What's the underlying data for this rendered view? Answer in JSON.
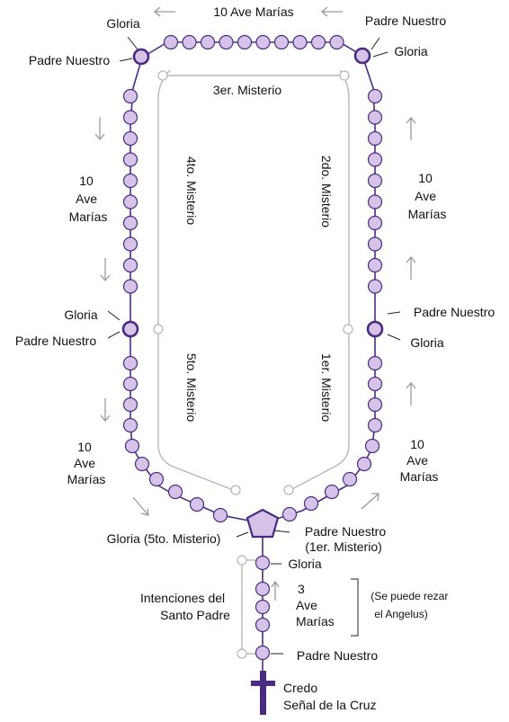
{
  "colors": {
    "bead_fill": "#d5c4e8",
    "bead_stroke": "#4a2b84",
    "chain": "#4a2b84",
    "guide": "#b8b8b8",
    "text": "#111111"
  },
  "icons": {
    "centerpiece": "pentagon-medal-icon",
    "crucifix": "cross-icon"
  },
  "labels": {
    "top_ave": "10 Ave Marías",
    "gloria_top_left": "Gloria",
    "padre_top_left": "Padre Nuestro",
    "padre_top_right": "Padre Nuestro",
    "gloria_top_right": "Gloria",
    "left_upper_ave": [
      "10",
      "Ave",
      "Marías"
    ],
    "right_upper_ave": [
      "10",
      "Ave",
      "Marías"
    ],
    "gloria_mid_left": "Gloria",
    "padre_mid_left": "Padre Nuestro",
    "padre_mid_right": "Padre Nuestro",
    "gloria_mid_right": "Gloria",
    "left_lower_ave": [
      "10",
      "Ave",
      "Marías"
    ],
    "right_lower_ave": [
      "10",
      "Ave",
      "Marías"
    ],
    "gloria_fifth": "Gloria (5to. Misterio)",
    "padre_first": "Padre Nuestro",
    "padre_first_sub": "(1er. Misterio)",
    "gloria_pendant": "Gloria",
    "three_ave": [
      "3",
      "Ave",
      "Marías"
    ],
    "angelus_note": [
      "(Se puede rezar",
      "el Angelus)"
    ],
    "intenciones": [
      "Intenciones del",
      "Santo Padre"
    ],
    "padre_pendant": "Padre Nuestro",
    "credo": "Credo",
    "senal": "Señal de la Cruz"
  },
  "mysteries": {
    "first": "1er. Misterio",
    "second": "2do. Misterio",
    "third": "3er. Misterio",
    "fourth": "4to. Misterio",
    "fifth": "5to. Misterio"
  }
}
